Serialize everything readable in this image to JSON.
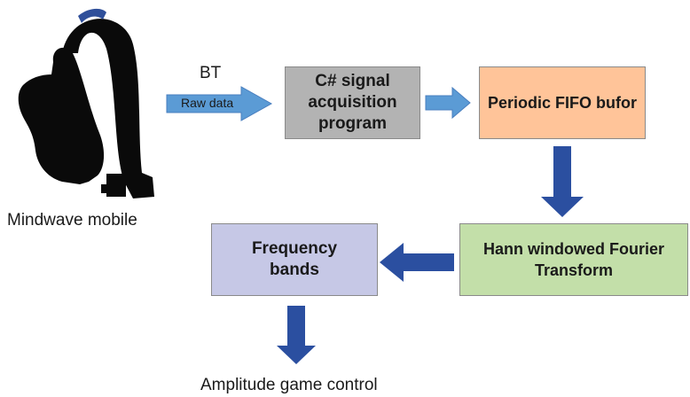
{
  "device": {
    "icon": "headset-icon",
    "label": "Mindwave mobile"
  },
  "link": {
    "protocol": "BT",
    "arrow_label": "Raw data"
  },
  "boxes": {
    "acquisition": {
      "label": "C# signal\nacquisition\nprogram",
      "color": "#b3b3b3"
    },
    "fifo": {
      "label": "Periodic FIFO bufor",
      "color": "#ffc499"
    },
    "fourier": {
      "label": "Hann windowed Fourier\nTransform",
      "color": "#c3dfa9"
    },
    "bands": {
      "label": "Frequency\nbands",
      "color": "#c6c8e6"
    }
  },
  "output": {
    "label": "Amplitude game control"
  },
  "colors": {
    "light_arrow": "#5b9bd5",
    "dark_arrow": "#2b4fa0"
  }
}
